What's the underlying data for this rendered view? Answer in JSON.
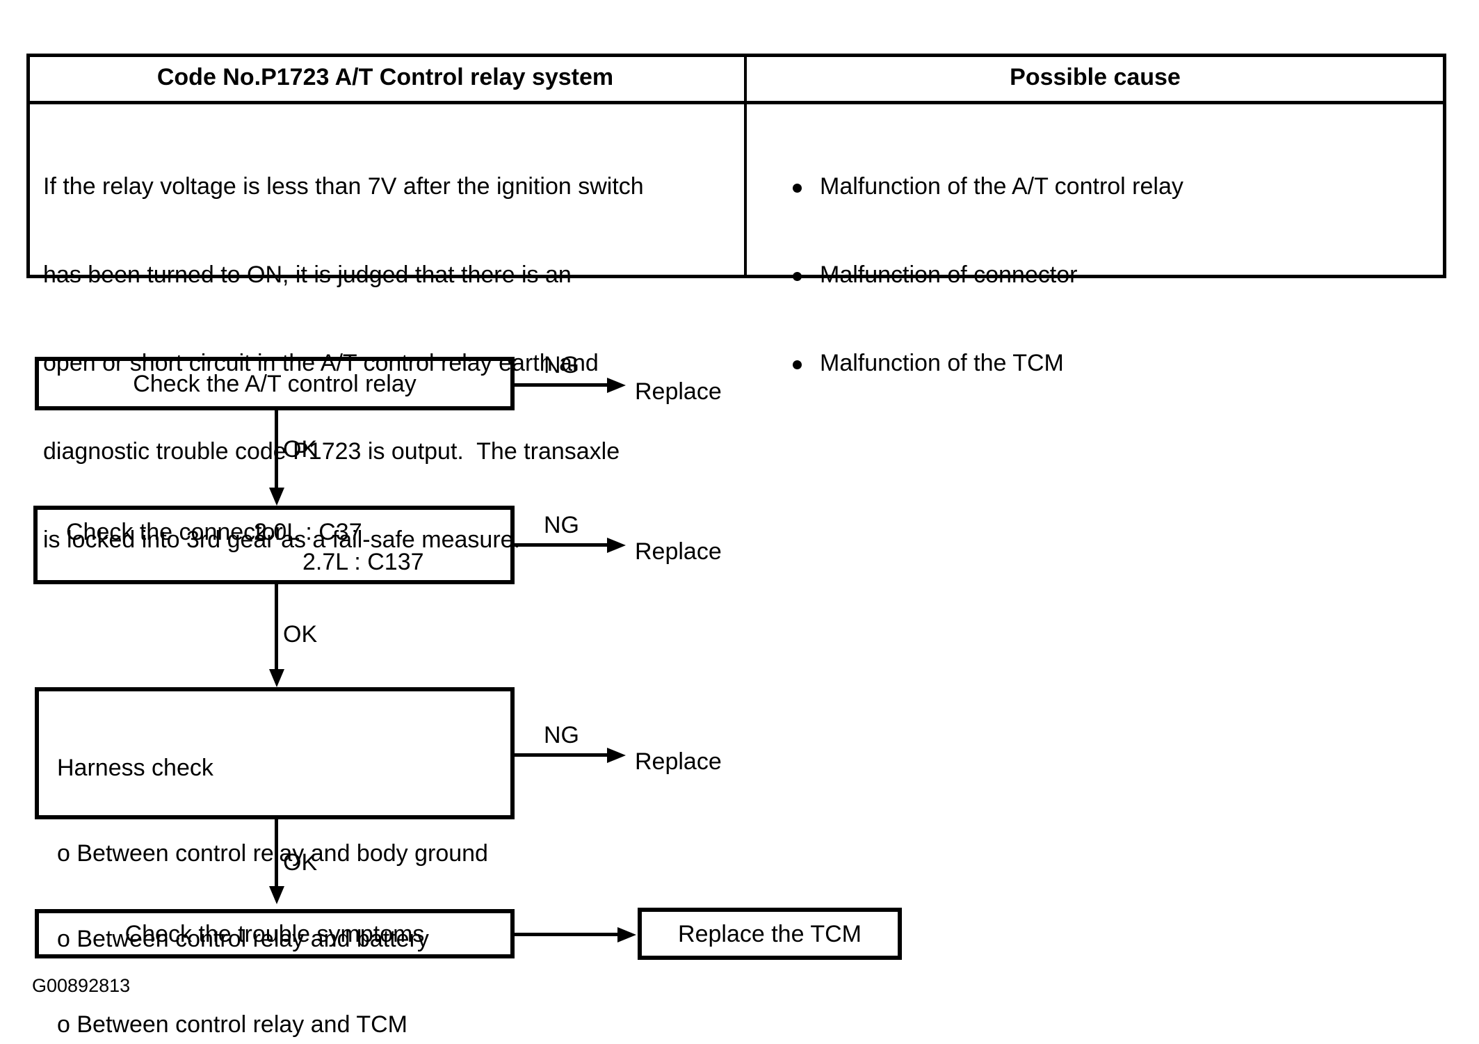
{
  "table": {
    "header_left": "Code No.P1723 A/T Control relay system",
    "header_right": "Possible cause",
    "description_lines": [
      "If the relay voltage is less than 7V after the ignition switch",
      "has been turned to ON, it is judged that there is an",
      "open or short circuit in the A/T control relay earth and",
      "diagnostic trouble code P1723 is output.  The transaxle",
      "is locked into 3rd gear as a fail-safe measure."
    ],
    "causes": [
      "Malfunction of the A/T control relay",
      "Malfunction of connector",
      "Malfunction of the TCM"
    ]
  },
  "flowchart": {
    "ng_label": "NG",
    "ok_label": "OK",
    "replace_label": "Replace",
    "step1": {
      "label": "Check the A/T control relay"
    },
    "step2": {
      "label": "Check the connector",
      "variant1": "2.0L : C37",
      "variant2": "2.7L : C137"
    },
    "step3": {
      "title": "Harness check",
      "items": [
        "o Between control relay and body ground",
        "o Between control relay and battery",
        "o Between control relay and TCM"
      ]
    },
    "step4": {
      "label": "Check the trouble symptoms"
    },
    "result": {
      "label": "Replace the TCM"
    }
  },
  "figure_code": "G00892813",
  "colors": {
    "ink": "#000000",
    "paper": "#ffffff"
  }
}
